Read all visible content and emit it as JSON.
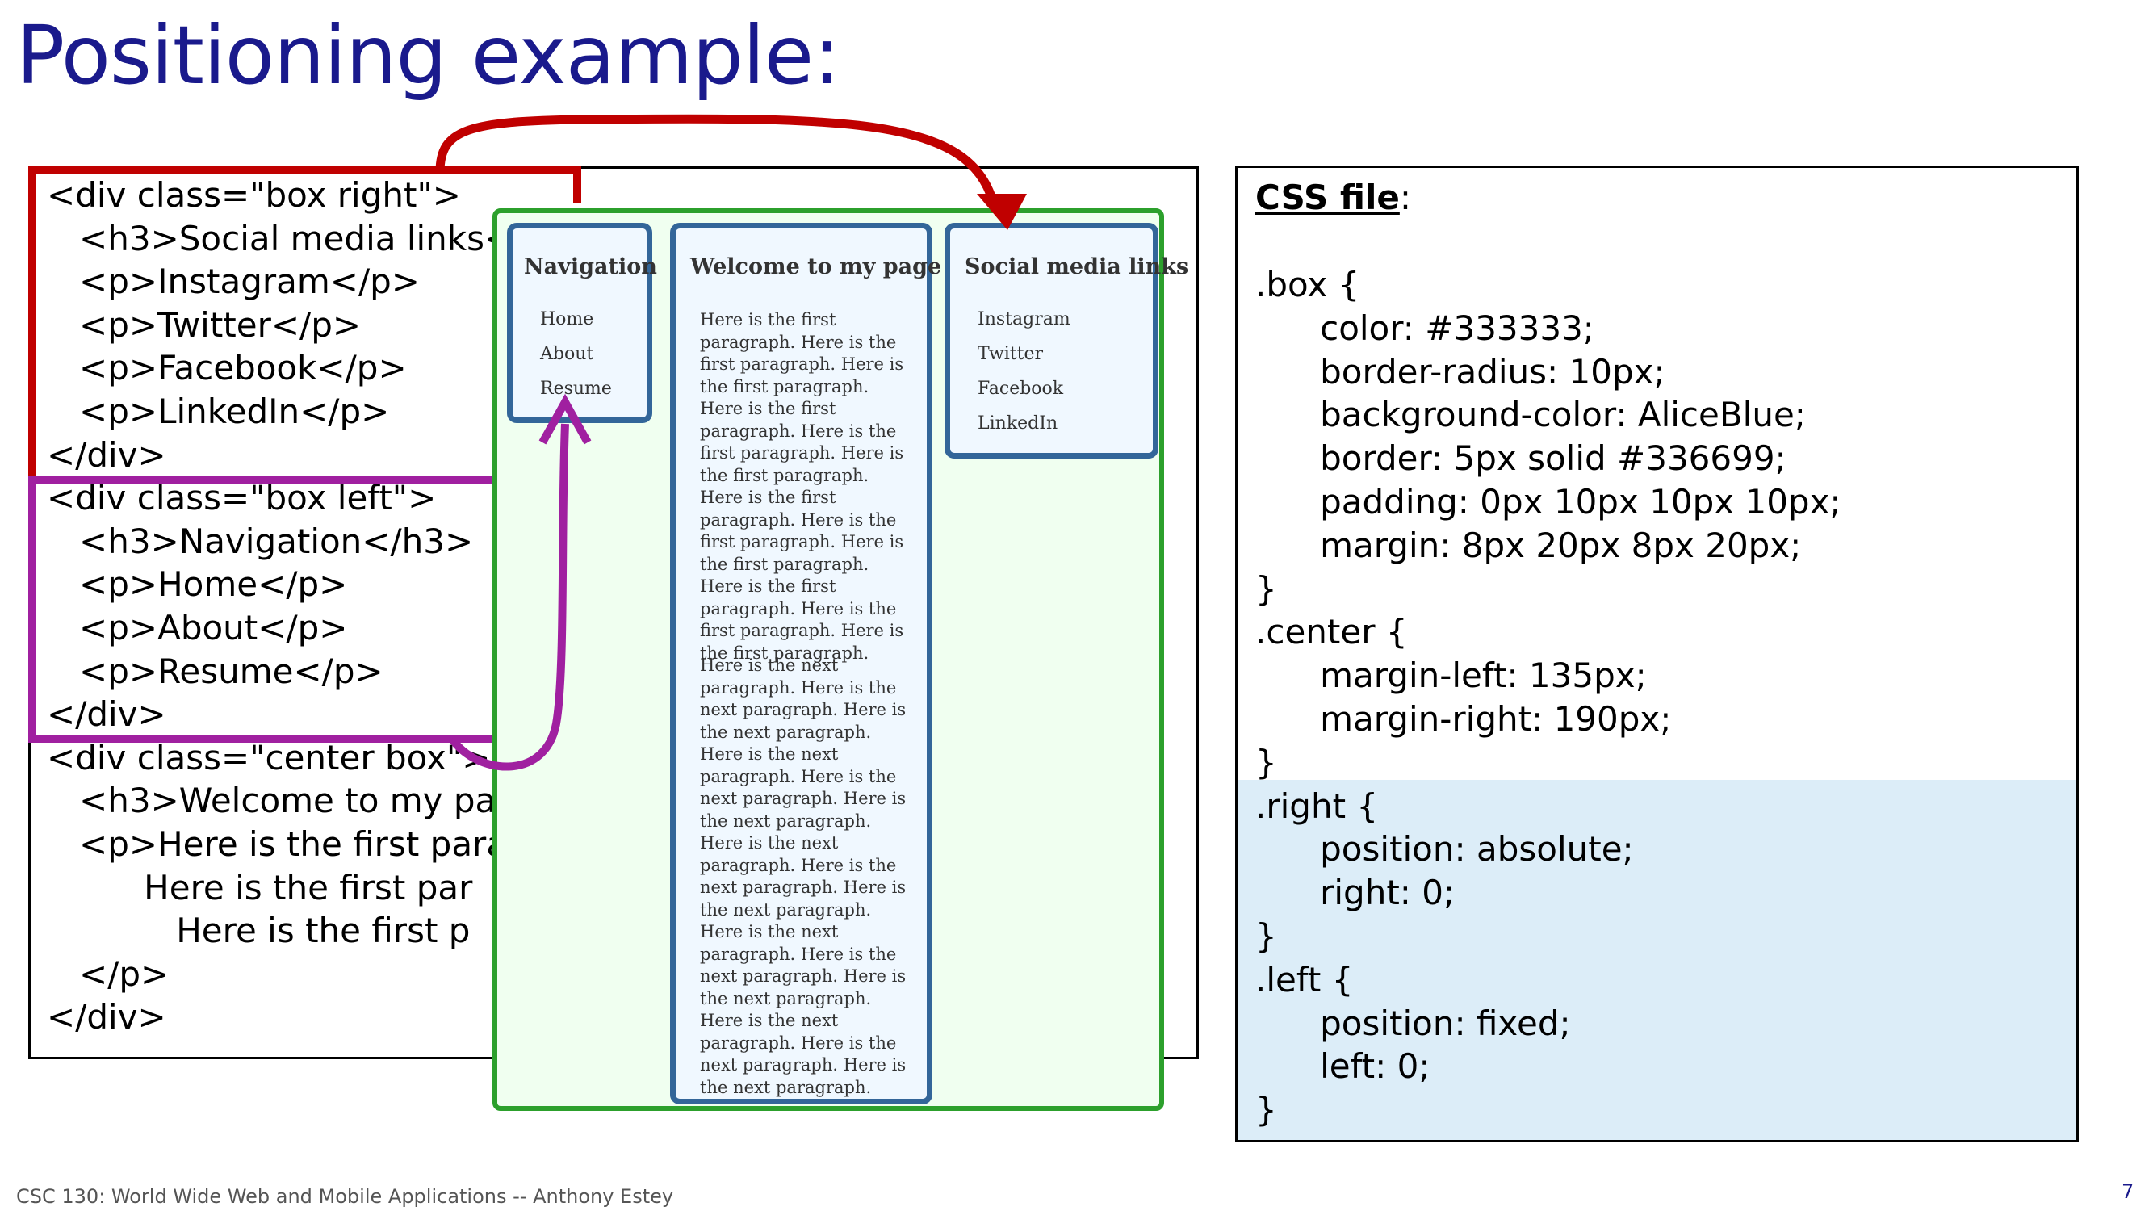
{
  "slide": {
    "title": "Positioning example:",
    "footer": "CSC 130: World Wide Web and Mobile Applications -- Anthony Estey",
    "page_number": "7"
  },
  "html_code": {
    "lines": [
      "<div class=\"box right\">",
      "   <h3>Social media links</",
      "   <p>Instagram</p>",
      "   <p>Twitter</p>",
      "   <p>Facebook</p>",
      "   <p>LinkedIn</p>",
      "</div>",
      "<div class=\"box left\">",
      "   <h3>Navigation</h3>",
      "   <p>Home</p>",
      "   <p>About</p>",
      "   <p>Resume</p>",
      "</div>",
      "<div class=\"center box\">",
      "   <h3>Welcome to my page",
      "   <p>Here is the first parag",
      "         Here is the first par",
      "            Here is the first p",
      "   </p>",
      "</div>"
    ]
  },
  "css_code": {
    "title": "CSS file",
    "title_colon": ":",
    "lines": [
      ".box {",
      "      color: #333333;",
      "      border-radius: 10px;",
      "      background-color: AliceBlue;",
      "      border: 5px solid #336699;",
      "      padding: 0px 10px 10px 10px;",
      "      margin: 8px 20px 8px 20px;",
      "}",
      ".center {",
      "      margin-left: 135px;",
      "      margin-right: 190px;",
      "}",
      ".right {",
      "      position: absolute;",
      "      right: 0;",
      "}",
      ".left {",
      "      position: fixed;",
      "      left: 0;",
      "}"
    ]
  },
  "preview": {
    "navigation": {
      "heading": "Navigation",
      "items": [
        "Home",
        "About",
        "Resume"
      ]
    },
    "center": {
      "heading": "Welcome to my page",
      "paragraph1": "Here is the first paragraph. Here is the first paragraph. Here is the first paragraph. Here is the first paragraph. Here is the first paragraph. Here is the first paragraph. Here is the first paragraph. Here is the first paragraph. Here is the first paragraph. Here is the first paragraph. Here is the first paragraph. Here is the first paragraph.",
      "paragraph2": "Here is the next paragraph. Here is the next paragraph. Here is the next paragraph. Here is the next paragraph. Here is the next paragraph. Here is the next paragraph. Here is the next paragraph. Here is the next paragraph. Here is the next paragraph. Here is the next paragraph. Here is the next paragraph. Here is the next paragraph. Here is the next paragraph. Here is the next paragraph. Here is the next paragraph."
    },
    "social": {
      "heading": "Social media links",
      "items": [
        "Instagram",
        "Twitter",
        "Facebook",
        "LinkedIn"
      ]
    }
  },
  "colors": {
    "title": "#1a1a8c",
    "right_box_outline": "#c00000",
    "left_box_outline": "#a020a0",
    "browser_border": "#2ca02c",
    "box_border": "#336699",
    "highlight": "#dcedf8"
  }
}
